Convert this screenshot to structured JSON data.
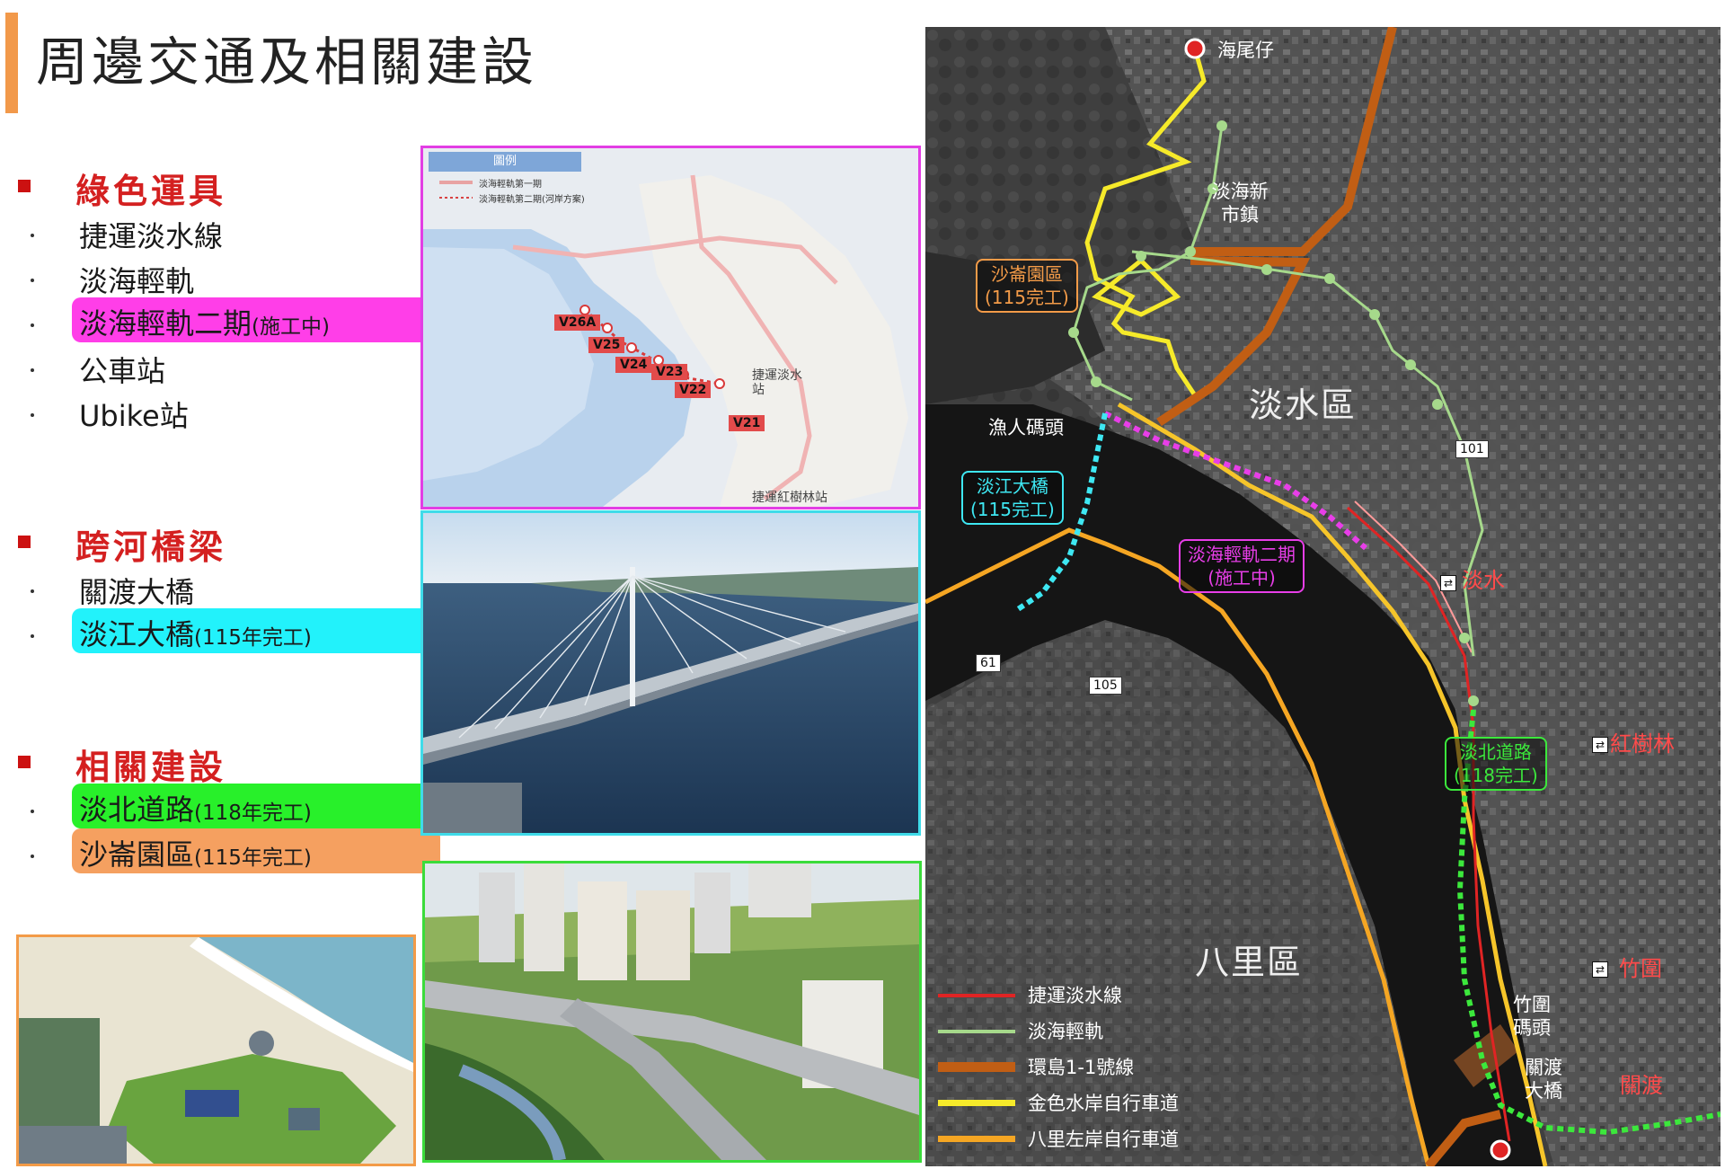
{
  "title": "周邊交通及相關建設",
  "sections": [
    {
      "title": "綠色運具",
      "items": [
        {
          "label": "捷運淡水線"
        },
        {
          "label": "淡海輕軌"
        },
        {
          "label": "淡海輕軌二期",
          "note": "(施工中)"
        },
        {
          "label": "公車站"
        },
        {
          "label": "Ubike站"
        }
      ]
    },
    {
      "title": "跨河橋梁",
      "items": [
        {
          "label": "關渡大橋"
        },
        {
          "label": "淡江大橋",
          "note": "(115年完工)"
        }
      ]
    },
    {
      "title": "相關建設",
      "items": [
        {
          "label": "淡北道路",
          "note": "(118年完工)"
        },
        {
          "label": "沙崙園區",
          "note": "(115年完工)"
        }
      ]
    }
  ],
  "lrt_map": {
    "legend_title": "圖例",
    "legend_items": [
      "淡海輕軌第一期",
      "淡海輕軌第二期(河岸方案)"
    ],
    "stations": [
      "V26A",
      "V25",
      "V24",
      "V23",
      "V22",
      "V21"
    ],
    "labels": [
      "捷運淡水站",
      "捷運紅樹林站"
    ]
  },
  "aerial_map": {
    "places": {
      "haiweizi": "海尾仔",
      "new_town": "淡海新市鎮",
      "danshui_district": "淡水區",
      "bali_district": "八里區",
      "fisherman_wharf": "漁人碼頭",
      "zhuwei_wharf": "竹圍碼頭",
      "guandu_bridge": "關渡大橋"
    },
    "stations": {
      "danshui": "淡水",
      "hongshulin": "紅樹林",
      "zhuwei": "竹圍",
      "guandu": "關渡"
    },
    "tags": {
      "shalun": {
        "name": "沙崙園區",
        "note": "(115完工)"
      },
      "danjiang": {
        "name": "淡江大橋",
        "note": "(115完工)"
      },
      "lrt2": {
        "name": "淡海輕軌二期",
        "note": "(施工中)"
      },
      "danbei": {
        "name": "淡北道路",
        "note": "(118完工)"
      }
    },
    "road_numbers": [
      "101",
      "105",
      "61"
    ],
    "legend": [
      {
        "label": "捷運淡水線",
        "color": "#e02424"
      },
      {
        "label": "淡海輕軌",
        "color": "#a6d98b"
      },
      {
        "label": "環島1-1號線",
        "color": "#c15e14"
      },
      {
        "label": "金色水岸自行車道",
        "color": "#f6ea2a"
      },
      {
        "label": "八里左岸自行車道",
        "color": "#f5a623"
      }
    ]
  },
  "colors": {
    "title_accent": "#f2994a",
    "section_title": "#d42020",
    "magenta": "#ff3ee8",
    "cyan": "#22f2fb",
    "green": "#28f02a",
    "orange": "#f5a060"
  }
}
